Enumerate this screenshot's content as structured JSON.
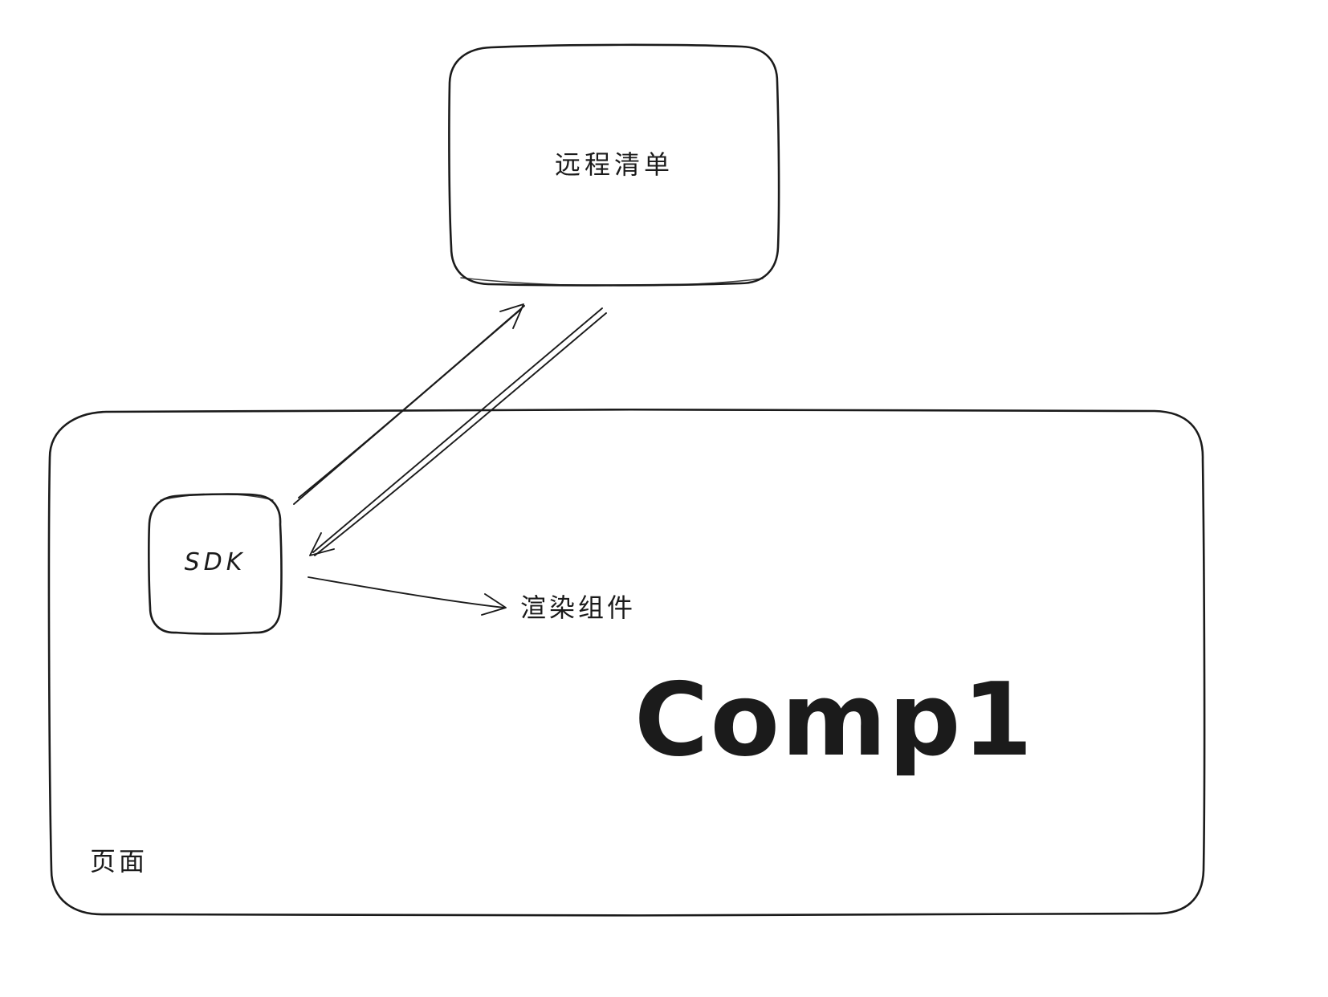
{
  "colors": {
    "ink": "#1b1b1b",
    "background": "#ffffff"
  },
  "nodes": {
    "remote_manifest": {
      "label": "远程清单"
    },
    "sdk": {
      "label": "SDK"
    },
    "page": {
      "label": "页面"
    },
    "comp1": {
      "label": "Comp1"
    },
    "render_component": {
      "label": "渲染组件"
    }
  },
  "edges": [
    {
      "from": "sdk",
      "to": "remote_manifest",
      "direction": "up-right"
    },
    {
      "from": "remote_manifest",
      "to": "sdk",
      "direction": "down-left"
    },
    {
      "from": "sdk",
      "to": "render_component",
      "direction": "right"
    }
  ]
}
